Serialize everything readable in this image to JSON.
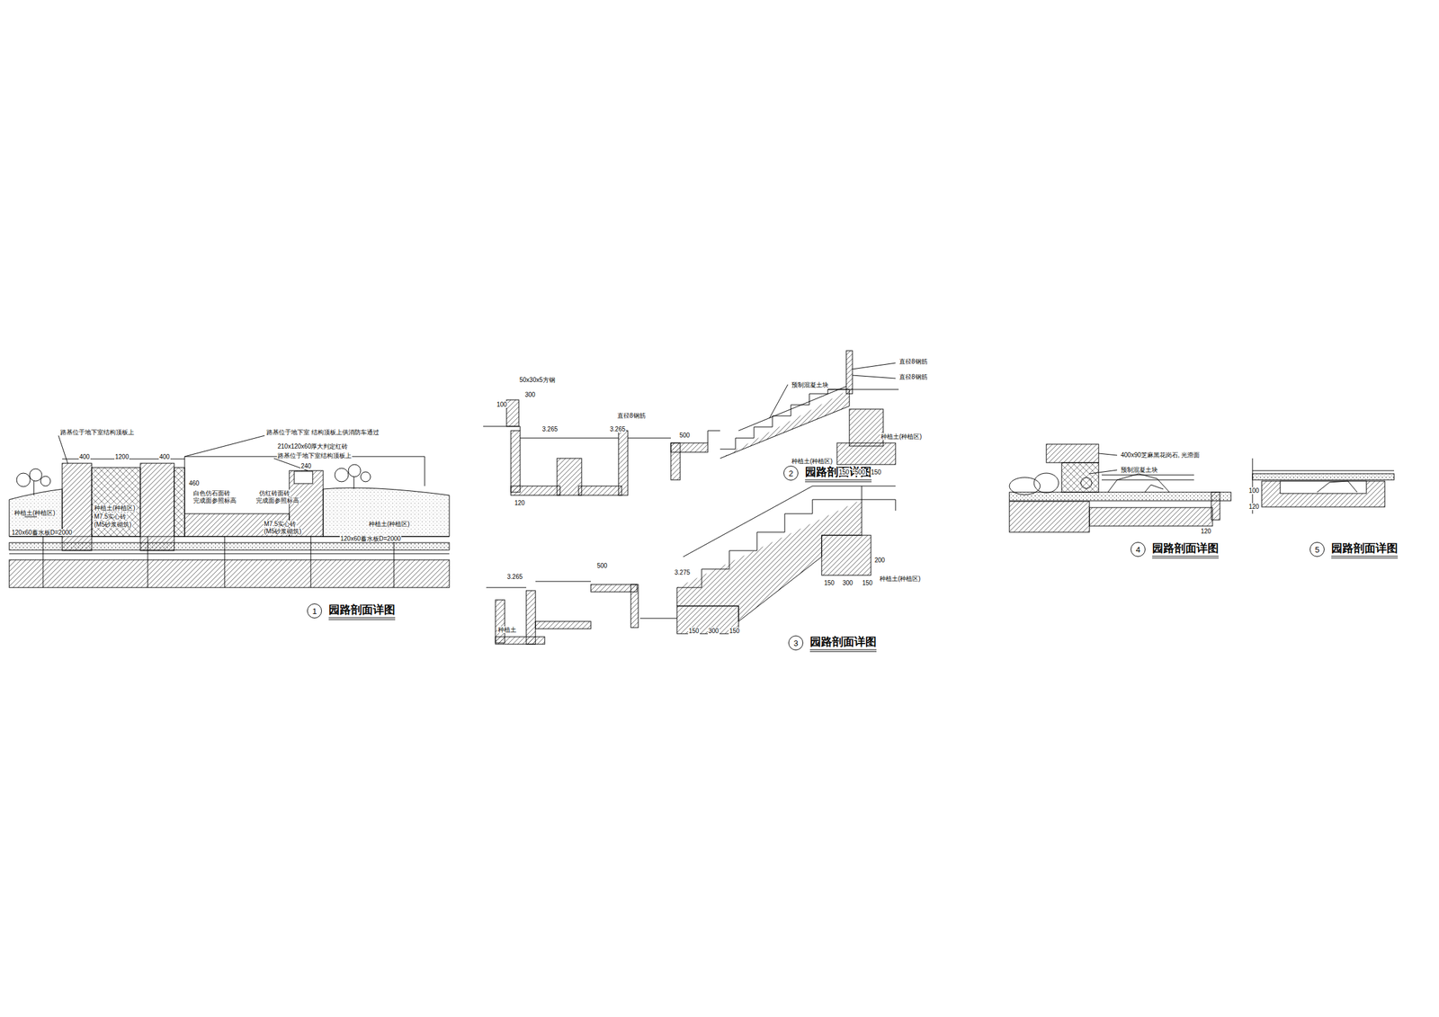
{
  "diagram": {
    "nodes": [
      {
        "text": [
          "1",
          "园路剖面详图"
        ]
      },
      {
        "text": [
          "2",
          "园路剖面详图"
        ]
      },
      {
        "text": [
          "3",
          "园路剖面详图"
        ]
      },
      {
        "text": [
          "4",
          "园路剖面详图"
        ]
      },
      {
        "text": [
          "5",
          "园路剖面详图"
        ]
      }
    ],
    "labels": [
      "路基位于地下室结构顶板上",
      "400",
      "1200",
      "400",
      "路基位于地下室 结构顶板上供消防车通过",
      "210x120x60厚大判定红砖",
      "路基位于地下室结构顶板上",
      "240",
      "460",
      "白色仿石面砖",
      "完成面参照标高",
      "仿红砖面砖",
      "完成面参照标高",
      "种植土(种植区)",
      "120x60蓄水板D=2000",
      "种植土(种植区)",
      "M7.5实心砖",
      "(M5砂浆砌筑)",
      "M7.5实心砖",
      "(M5砂浆砌筑)",
      "种植土(种植区)",
      "120x60蓄水板D=2000",
      "50x30x5方钢",
      "300",
      "100",
      "3.265",
      "直径8钢筋",
      "3.265",
      "500",
      "预制混凝土块",
      "直径8钢筋",
      "直径8钢筋",
      "种植土(种植区)",
      "种植土(种植区)",
      "150",
      "500",
      "150",
      "120",
      "3.265",
      "500",
      "3.275",
      "种植土(种植区)",
      "种植土",
      "150",
      "300",
      "150",
      "150",
      "300",
      "150",
      "200",
      "400x90芝麻黑花岗石, 光滑面",
      "预制混凝土块",
      "120",
      "100",
      "120"
    ]
  }
}
